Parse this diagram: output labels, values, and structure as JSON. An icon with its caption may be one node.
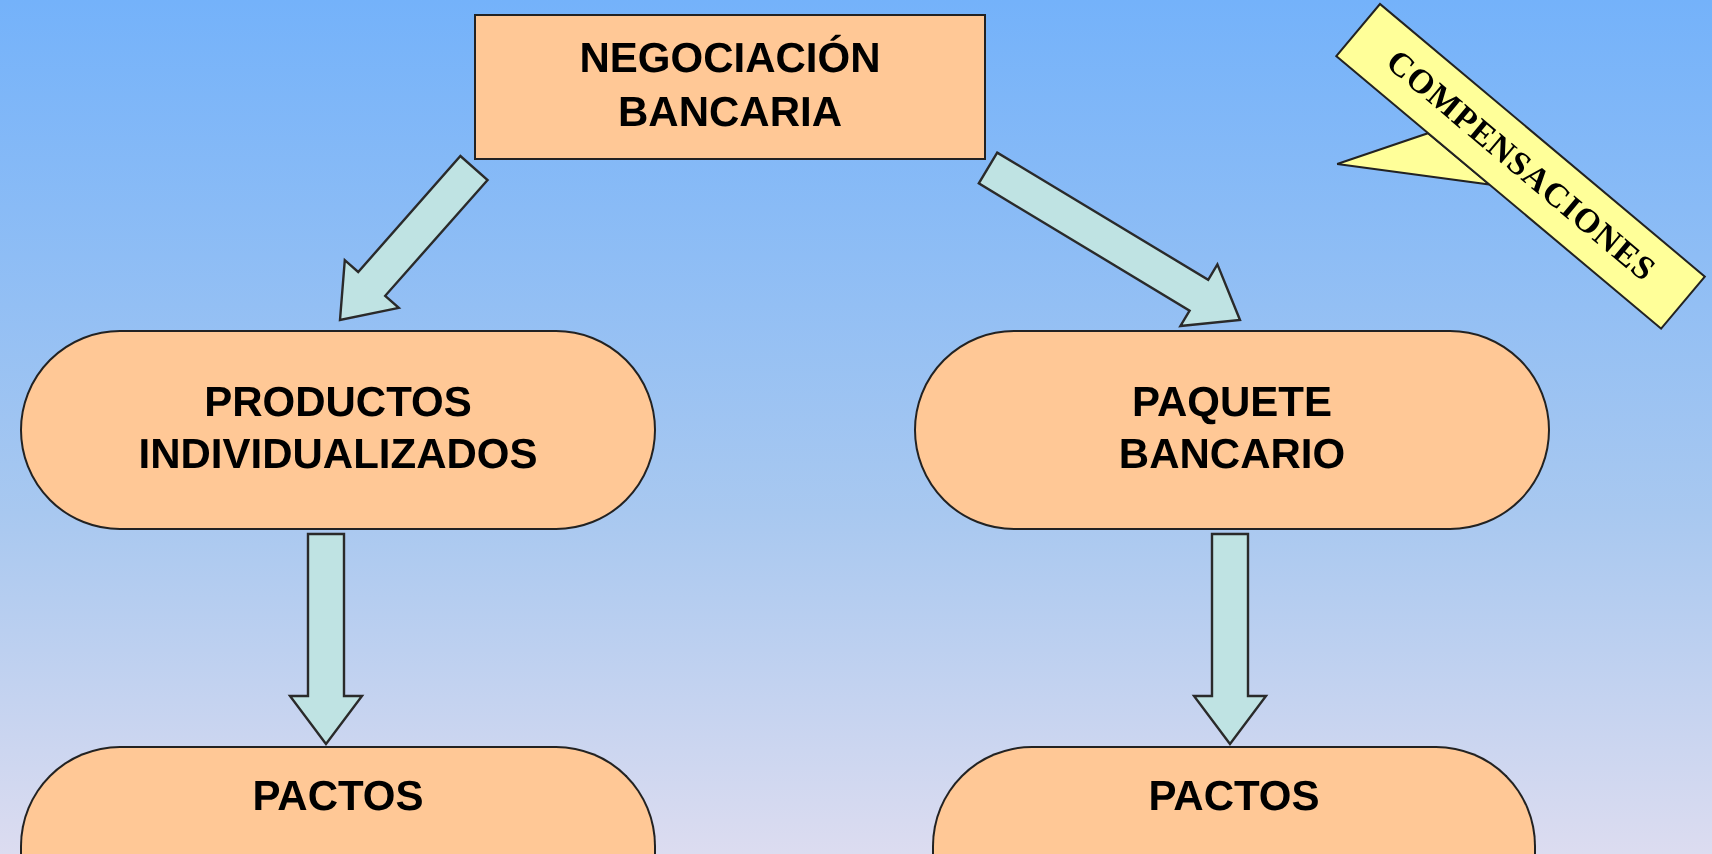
{
  "diagram": {
    "nodes": [
      {
        "text": [
          "NEGOCIACIÓN BANCARIA"
        ]
      },
      {
        "text": [
          "PRODUCTOS INDIVIDUALIZADOS"
        ]
      },
      {
        "text": [
          "PAQUETE BANCARIO"
        ]
      },
      {
        "text": [
          "COMPENSACIONES"
        ]
      },
      {
        "text": [
          "PACTOS"
        ]
      },
      {
        "text": [
          "PACTOS"
        ]
      }
    ],
    "edges": [
      {
        "from": 0,
        "to": 1,
        "arrow": "to"
      },
      {
        "from": 0,
        "to": 2,
        "arrow": "to"
      },
      {
        "from": 1,
        "to": 4,
        "arrow": "to"
      },
      {
        "from": 2,
        "to": 5,
        "arrow": "to"
      }
    ]
  }
}
